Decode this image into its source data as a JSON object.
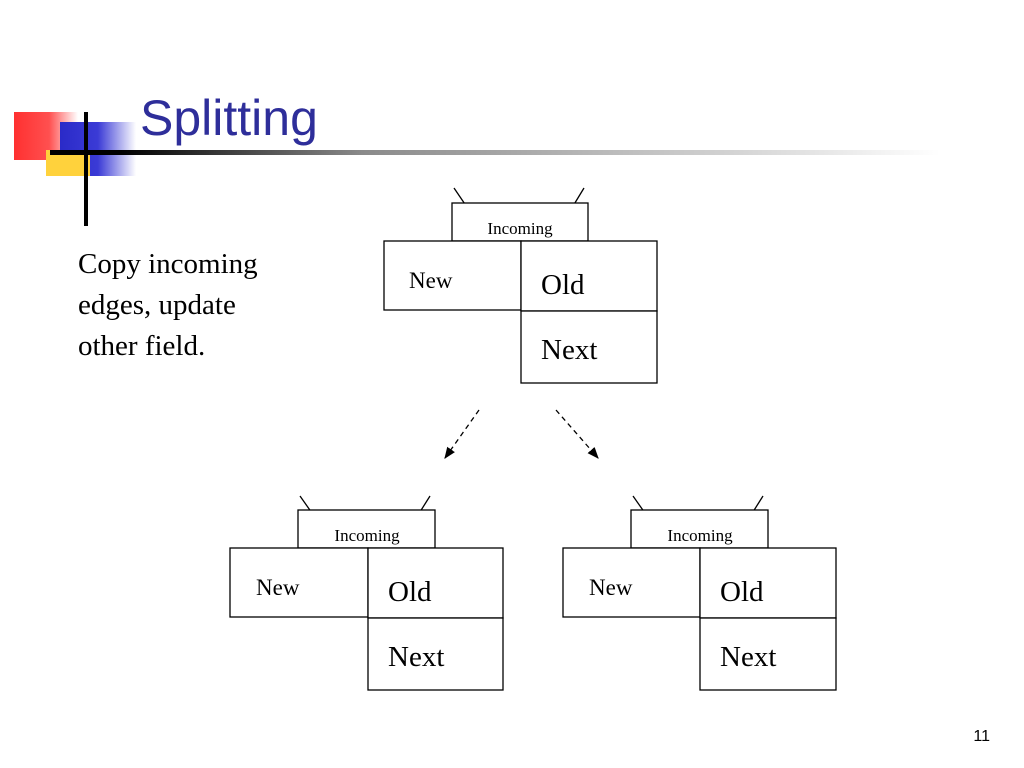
{
  "slide": {
    "title": "Splitting",
    "body_lines": [
      "Copy incoming",
      "edges, update",
      "other field."
    ],
    "page_number": "11"
  },
  "diagram": {
    "nodes": [
      {
        "id": "parent",
        "incoming_label": "Incoming",
        "new_label": "New",
        "old_label": "Old",
        "next_label": "Next"
      },
      {
        "id": "left-child",
        "incoming_label": "Incoming",
        "new_label": "New",
        "old_label": "Old",
        "next_label": "Next"
      },
      {
        "id": "right-child",
        "incoming_label": "Incoming",
        "new_label": "New",
        "old_label": "Old",
        "next_label": "Next"
      }
    ]
  }
}
